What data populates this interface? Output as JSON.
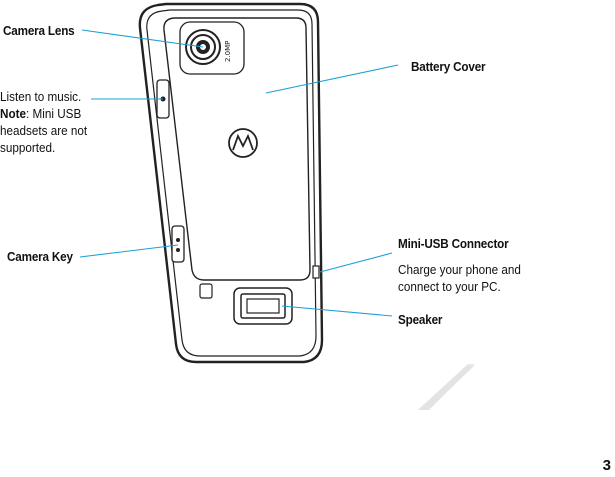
{
  "labels": {
    "camera_lens": "Camera Lens",
    "battery_cover": "Battery Cover",
    "camera_key": "Camera Key",
    "mini_usb_connector": "Mini-USB Connector",
    "speaker": "Speaker"
  },
  "descriptions": {
    "listen_main": "Listen to music.",
    "note_prefix": "Note",
    "note_body": ": Mini USB headsets are not supported.",
    "charge": "Charge your phone and connect to your PC."
  },
  "page_number": "3",
  "colors": {
    "leader_line": "#1aa0d8",
    "outline": "#222222",
    "corner_tab": "#e6e6e6"
  }
}
